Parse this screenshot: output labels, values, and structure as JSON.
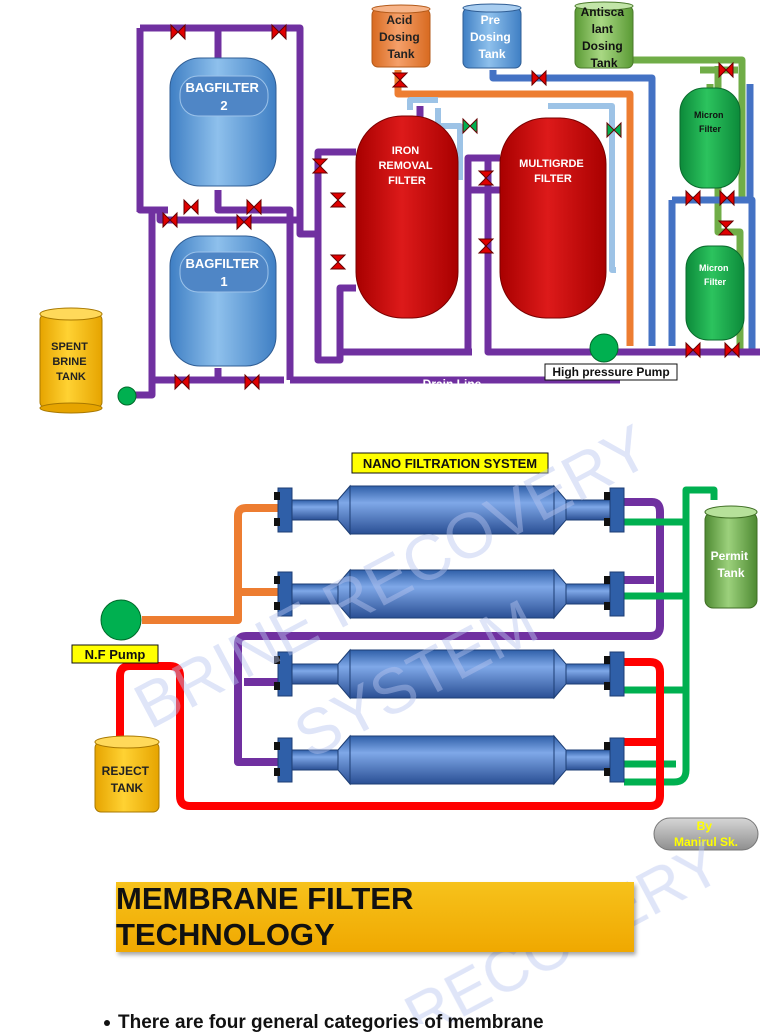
{
  "upper_plant": {
    "acid_tank": [
      "Acid",
      "Dosing",
      "Tank"
    ],
    "pre_tank": [
      "Pre",
      "Dosing",
      "Tank"
    ],
    "antiscalant_tank": [
      "Antisca",
      "lant",
      "Dosing",
      "Tank"
    ],
    "bagfilter_2": [
      "BAGFILTER",
      "2"
    ],
    "bagfilter_1": [
      "BAGFILTER",
      "1"
    ],
    "iron_filter": [
      "IRON",
      "REMOVAL",
      "FILTER"
    ],
    "multigrade_filter": [
      "MULTIGRDE",
      "FILTER"
    ],
    "micron_filter_1": [
      "Micron",
      "Filter"
    ],
    "micron_filter_2": [
      "Micron",
      "Filter"
    ],
    "spent_brine_tank": [
      "SPENT",
      "BRINE",
      "TANK"
    ],
    "drain_line": "Drain Line",
    "hp_pump": "High pressure Pump"
  },
  "nano_system": {
    "title": "NANO FILTRATION SYSTEM",
    "pump": "N.F Pump",
    "permit_tank": [
      "Permit",
      "Tank"
    ],
    "reject_tank": [
      "REJECT",
      "TANK"
    ]
  },
  "credit": [
    "By",
    "Manirul Sk."
  ],
  "watermark": [
    "BRINE RECOVERY",
    "SYSTEM",
    "RECOVERY"
  ],
  "heading": "MEMBRANE FILTER TECHNOLOGY",
  "bullet": "There are four general categories of membrane",
  "colors": {
    "purple": "#7030a0",
    "blue": "#4472c4",
    "light_blue": "#9dc3e6",
    "orange": "#ed7d31",
    "green": "#00b050",
    "light_green": "#70ad47",
    "red": "#ff0000",
    "tank_red": "#c00000",
    "valve_red": "#e00000",
    "banner_gold": "#f4b400"
  }
}
